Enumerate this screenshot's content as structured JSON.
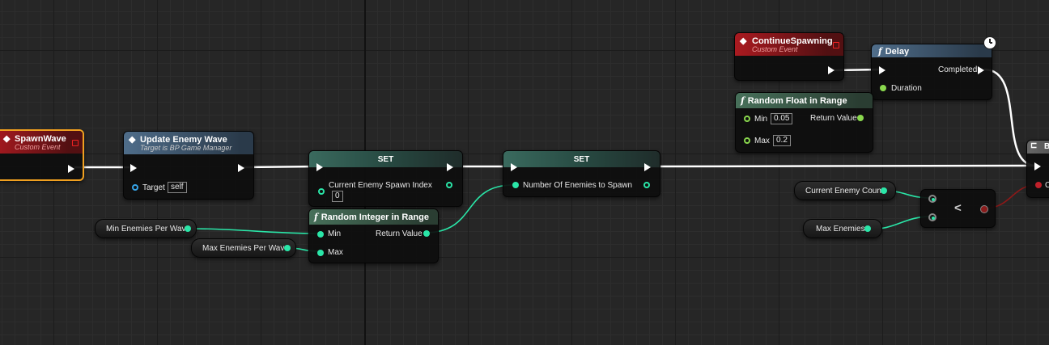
{
  "nodes": {
    "spawn_wave": {
      "title": "SpawnWave",
      "subtitle": "Custom Event"
    },
    "update_enemy_wave": {
      "title": "Update Enemy Wave",
      "subtitle": "Target is BP Game Manager",
      "target_label": "Target",
      "target_value": "self"
    },
    "set_spawn_index": {
      "title": "SET",
      "var_label": "Current Enemy Spawn Index",
      "var_value": "0"
    },
    "random_integer": {
      "title": "Random Integer in Range",
      "min_label": "Min",
      "max_label": "Max",
      "return_label": "Return Value"
    },
    "min_enemies_per_wave": {
      "label": "Min Enemies Per Wave"
    },
    "max_enemies_per_wave": {
      "label": "Max Enemies Per Wave"
    },
    "set_num_enemies": {
      "title": "SET",
      "var_label": "Number Of Enemies to Spawn"
    },
    "continue_spawning": {
      "title": "ContinueSpawning",
      "subtitle": "Custom Event"
    },
    "delay": {
      "title": "Delay",
      "completed_label": "Completed",
      "duration_label": "Duration"
    },
    "random_float": {
      "title": "Random Float in Range",
      "min_label": "Min",
      "min_value": "0.05",
      "max_label": "Max",
      "max_value": "0.2",
      "return_label": "Return Value"
    },
    "current_enemy_count": {
      "label": "Current Enemy Count"
    },
    "max_enemies": {
      "label": "Max Enemies"
    },
    "less_than": {
      "symbol": "<"
    },
    "branch": {
      "title": "B",
      "cond_label": "C"
    }
  },
  "icons": {
    "event": "diamond-icon",
    "function": "f-function-icon",
    "latent": "clock-icon",
    "branch": "branch-icon"
  },
  "colors": {
    "exec_wire": "#ffffff",
    "int_wire": "#2ae6a8",
    "float_wire": "#8ad84e",
    "bool_wire": "#a01818",
    "object_pin": "#36a4e8",
    "event_header": "#aa1a20",
    "selected_outline": "#f0a020"
  }
}
